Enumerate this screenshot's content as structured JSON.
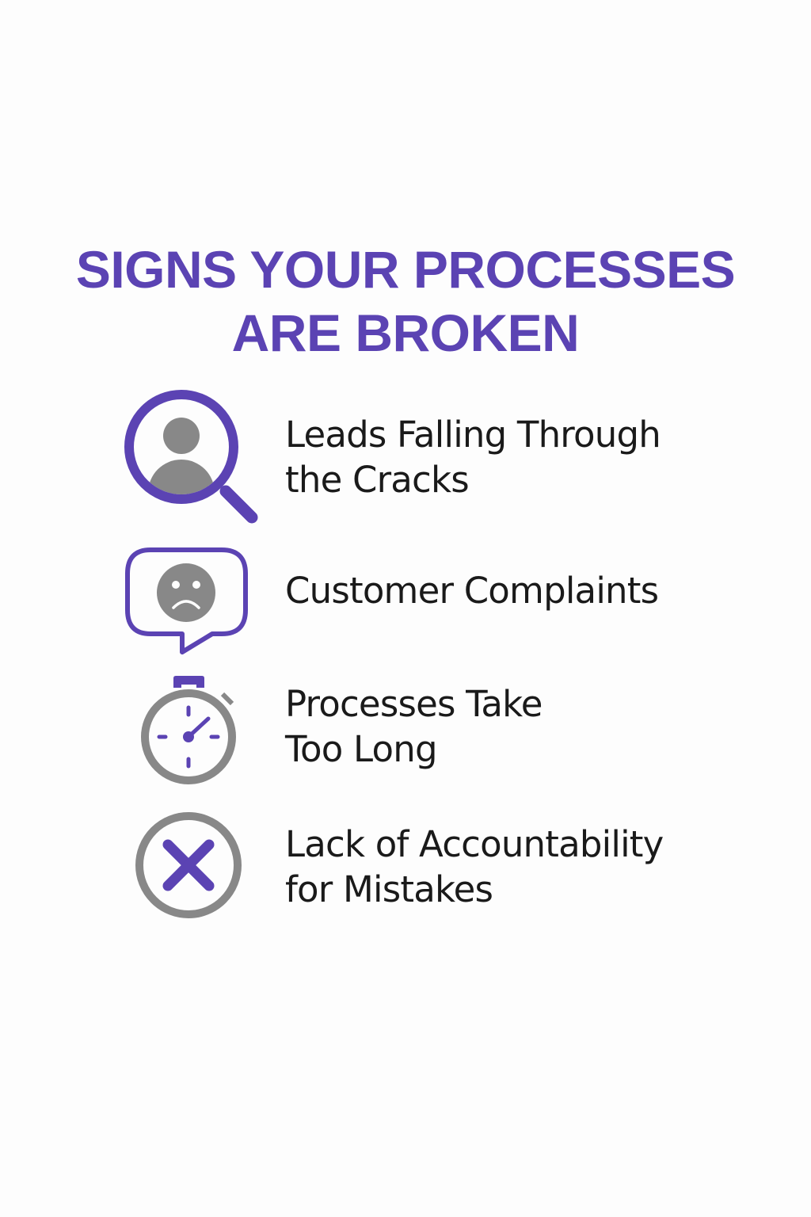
{
  "title": {
    "line1": "SIGNS YOUR PROCESSES",
    "line2": "ARE BROKEN"
  },
  "items": [
    {
      "icon": "magnifier-person-icon",
      "lines": [
        "Leads Falling Through",
        "the Cracks"
      ]
    },
    {
      "icon": "sad-speech-bubble-icon",
      "lines": [
        "Customer Complaints"
      ]
    },
    {
      "icon": "stopwatch-icon",
      "lines": [
        "Processes Take",
        "Too Long"
      ]
    },
    {
      "icon": "x-circle-icon",
      "lines": [
        "Lack of Accountability",
        "for Mistakes"
      ]
    }
  ],
  "colors": {
    "accent": "#5b43b3",
    "icon_gray": "#888888",
    "text": "#1a1a1a",
    "background": "#fdfdfd"
  }
}
